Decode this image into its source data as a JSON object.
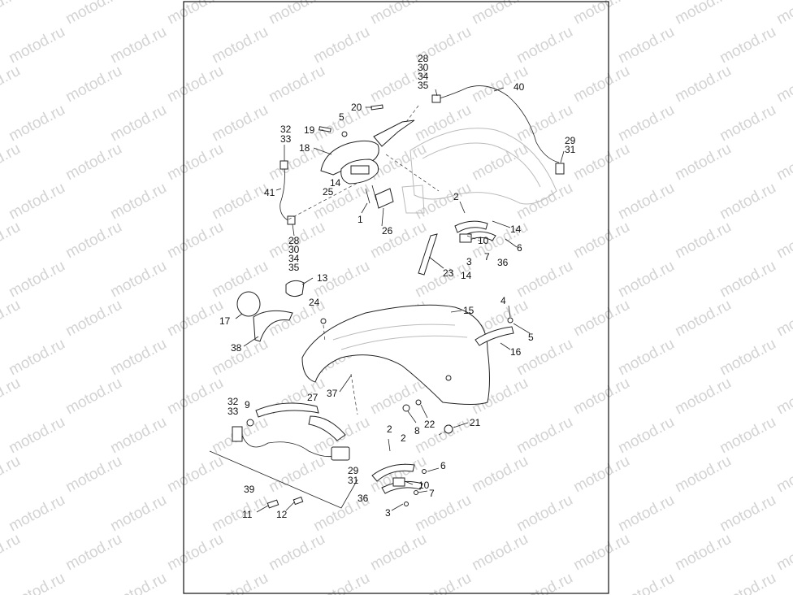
{
  "watermark_text": "motod.ru",
  "callouts": {
    "c28a": "28",
    "c30a": "30",
    "c34a": "34",
    "c35a": "35",
    "c40": "40",
    "c20": "20",
    "c5a": "5",
    "c19": "19",
    "c32a": "32",
    "c33a": "33",
    "c18": "18",
    "c29a": "29",
    "c31a": "31",
    "c41": "41",
    "c14a": "14",
    "c25": "25",
    "c1": "1",
    "c26": "26",
    "c2a": "2",
    "c14b": "14",
    "c10a": "10",
    "c6a": "6",
    "c3a": "3",
    "c7a": "7",
    "c36a": "36",
    "c23": "23",
    "c14c": "14",
    "c28b": "28",
    "c30b": "30",
    "c34b": "34",
    "c35b": "35",
    "c13": "13",
    "c17": "17",
    "c24": "24",
    "c15": "15",
    "c4": "4",
    "c5b": "5",
    "c16": "16",
    "c38": "38",
    "c37": "37",
    "c27": "27",
    "c32b": "32",
    "c33b": "33",
    "c9": "9",
    "c8": "8",
    "c22": "22",
    "c21": "21",
    "c2b": "2",
    "c2c": "2",
    "c6b": "6",
    "c29b": "29",
    "c31b": "31",
    "c10b": "10",
    "c7b": "7",
    "c39": "39",
    "c36b": "36",
    "c3b": "3",
    "c11": "11",
    "c12": "12"
  }
}
